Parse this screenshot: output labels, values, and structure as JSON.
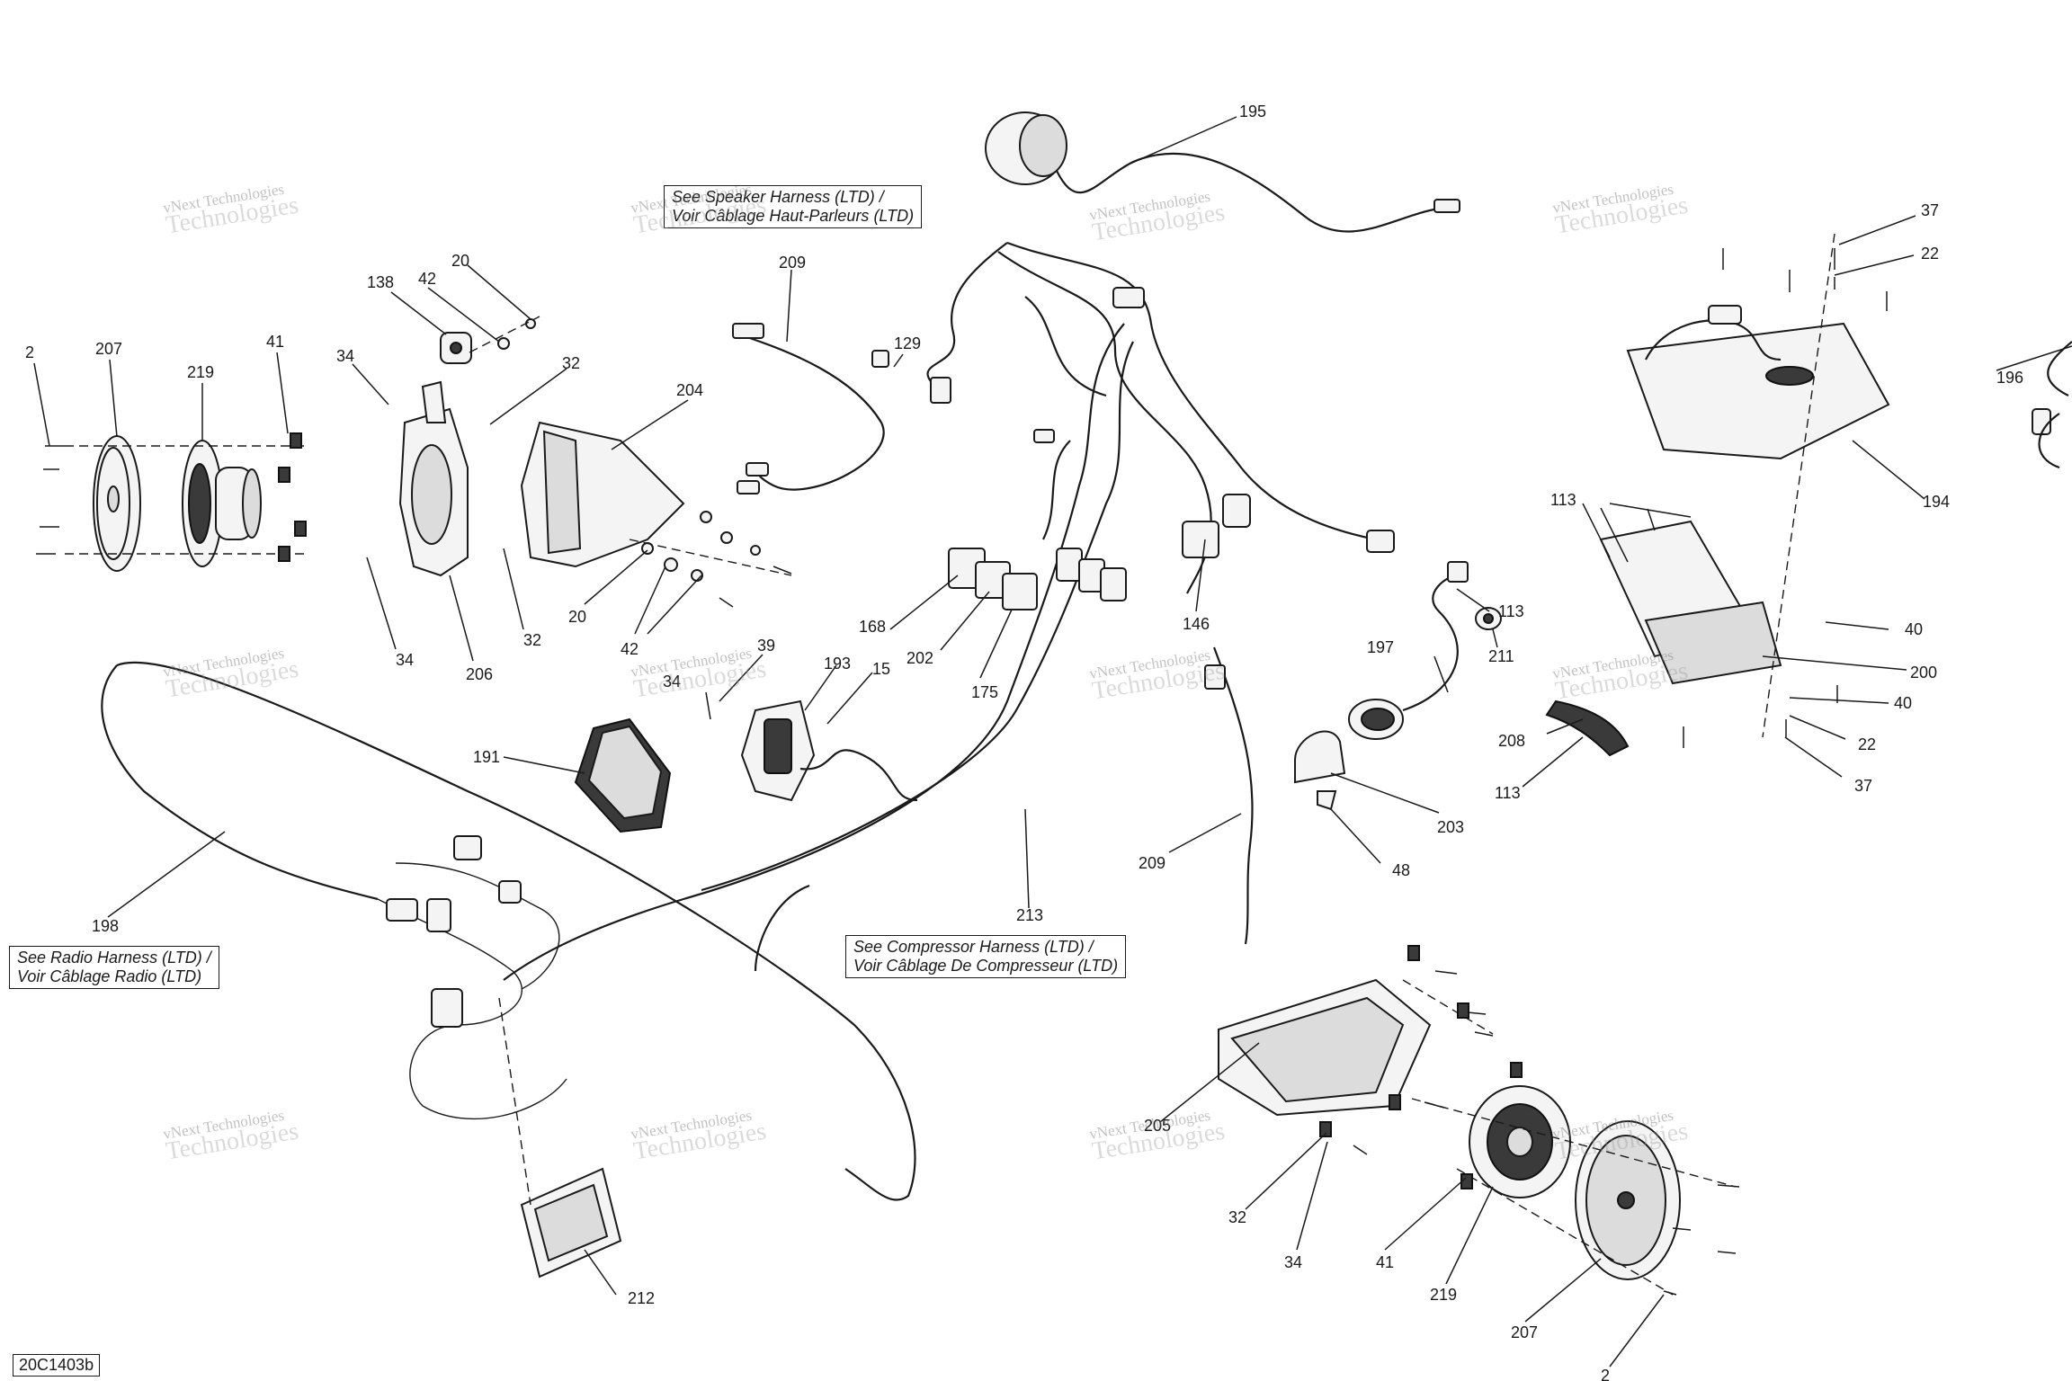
{
  "diagram_ref": "20C1403b",
  "notes": {
    "speaker_harness": [
      "See Speaker Harness (LTD) /",
      "Voir Câblage Haut-Parleurs (LTD)"
    ],
    "radio_harness": [
      "See Radio Harness (LTD) /",
      "Voir Câblage Radio (LTD)"
    ],
    "compressor_harness": [
      "See Compressor Harness (LTD) /",
      "Voir Câblage De Compresseur (LTD)"
    ]
  },
  "watermark": {
    "line1": "vNext Technologies",
    "line2": "Technologies"
  },
  "callouts": {
    "c2a": "2",
    "c207a": "207",
    "c219a": "219",
    "c41a": "41",
    "c138": "138",
    "c42a": "42",
    "c20a": "20",
    "c34a": "34",
    "c32a": "32",
    "c204": "204",
    "c20b": "20",
    "c42b": "42",
    "c32b": "32",
    "c34b": "34",
    "c206": "206",
    "c209a": "209",
    "c129": "129",
    "c195": "195",
    "c168": "168",
    "c202": "202",
    "c175": "175",
    "c146": "146",
    "c39": "39",
    "c193": "193",
    "c15": "15",
    "c34c": "34",
    "c191": "191",
    "c198": "198",
    "c213": "213",
    "c209b": "209",
    "c197": "197",
    "c211": "211",
    "c113a": "113",
    "c113b": "113",
    "c113c": "113",
    "c208": "208",
    "c203": "203",
    "c48": "48",
    "c37a": "37",
    "c22a": "22",
    "c196": "196",
    "c194": "194",
    "c40a": "40",
    "c200": "200",
    "c40b": "40",
    "c22b": "22",
    "c37b": "37",
    "c205": "205",
    "c32c": "32",
    "c34d": "34",
    "c41b": "41",
    "c219b": "219",
    "c207b": "207",
    "c2b": "2",
    "c212": "212"
  }
}
